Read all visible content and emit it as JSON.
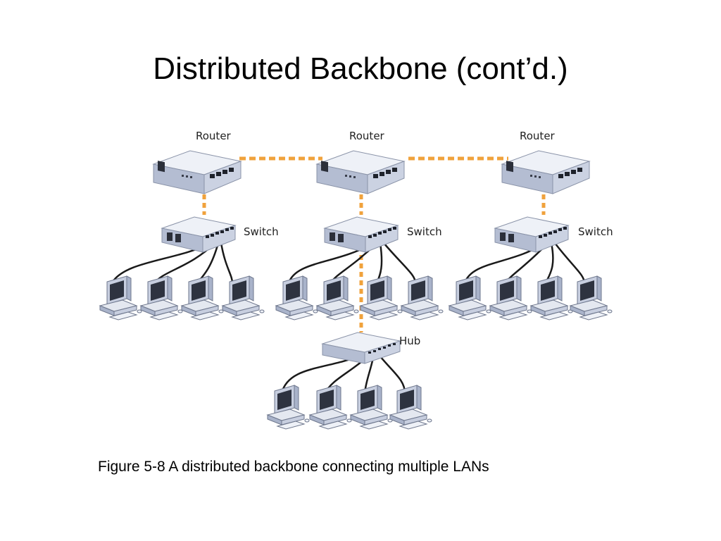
{
  "slide": {
    "title": "Distributed Backbone (cont’d.)",
    "caption": "Figure 5-8 A distributed backbone connecting multiple LANs"
  },
  "diagram": {
    "routers": [
      {
        "label": "Router"
      },
      {
        "label": "Router"
      },
      {
        "label": "Router"
      }
    ],
    "switches": [
      {
        "label": "Switch"
      },
      {
        "label": "Switch"
      },
      {
        "label": "Switch"
      }
    ],
    "hub": {
      "label": "Hub"
    }
  },
  "colors": {
    "backbone_link": "#F0A23C",
    "device_top": "#EEF1F7",
    "device_front": "#C7CEDF",
    "device_side": "#A9B3CA",
    "cable": "#1A1A1A"
  },
  "icons": {
    "router": "router-icon",
    "switch": "switch-icon",
    "hub": "hub-icon",
    "workstation": "computer-icon"
  }
}
